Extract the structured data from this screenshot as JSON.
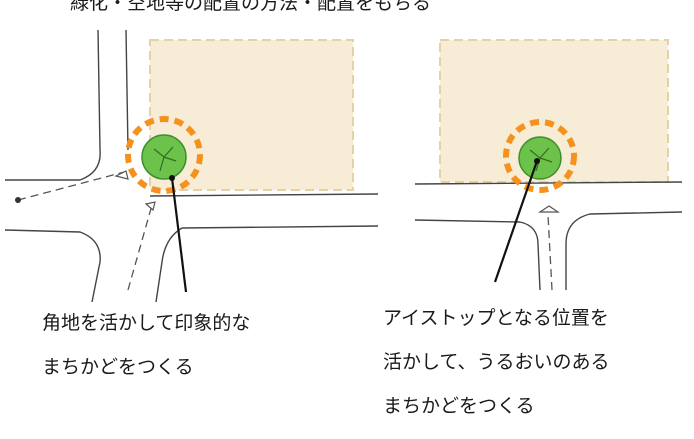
{
  "heading_fragment": "緑化・空地等の配置の方法・配置をもちる",
  "left_panel": {
    "caption_lines": [
      "角地を活かして印象的な",
      "まちかどをつくる"
    ]
  },
  "right_panel": {
    "caption_lines": [
      "アイストップとなる位置を",
      "活かして、うるおいのある",
      "まちかどをつくる"
    ]
  },
  "colors": {
    "building_fill": "#f7ecd6",
    "building_edge": "#e9d7b4",
    "tree_fill": "#6cc24a",
    "tree_dark": "#3f8f2a",
    "highlight_ring": "#f5921e",
    "line": "#333333"
  }
}
